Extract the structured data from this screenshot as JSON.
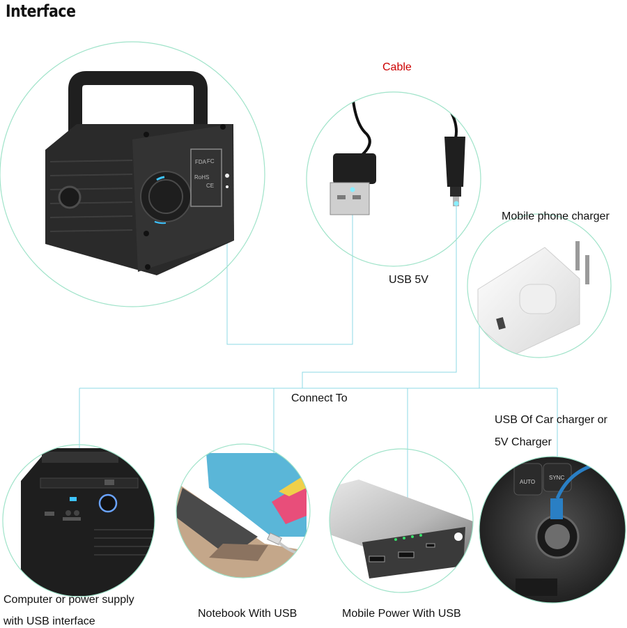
{
  "title": "Interface",
  "cable_label": "Cable",
  "usb_5v_label": "USB 5V",
  "mobile_phone_charger_label": "Mobile phone charger",
  "connect_to_label": "Connect To",
  "car_charger_label_line1": "USB Of Car charger or",
  "car_charger_label_line2": "5V Charger",
  "computer_label_line1": "Computer or power supply",
  "computer_label_line2": "with USB interface",
  "notebook_label": "Notebook With USB",
  "mobile_power_label": "Mobile Power With USB",
  "device_markings": [
    "FDA",
    "FC",
    "RoHS",
    "CE"
  ],
  "colors": {
    "cable_label": "#cc0000",
    "circle_outline": "#9fe3c9",
    "connector_line": "#8ed8e6",
    "device_body": "#2a2a2a"
  }
}
